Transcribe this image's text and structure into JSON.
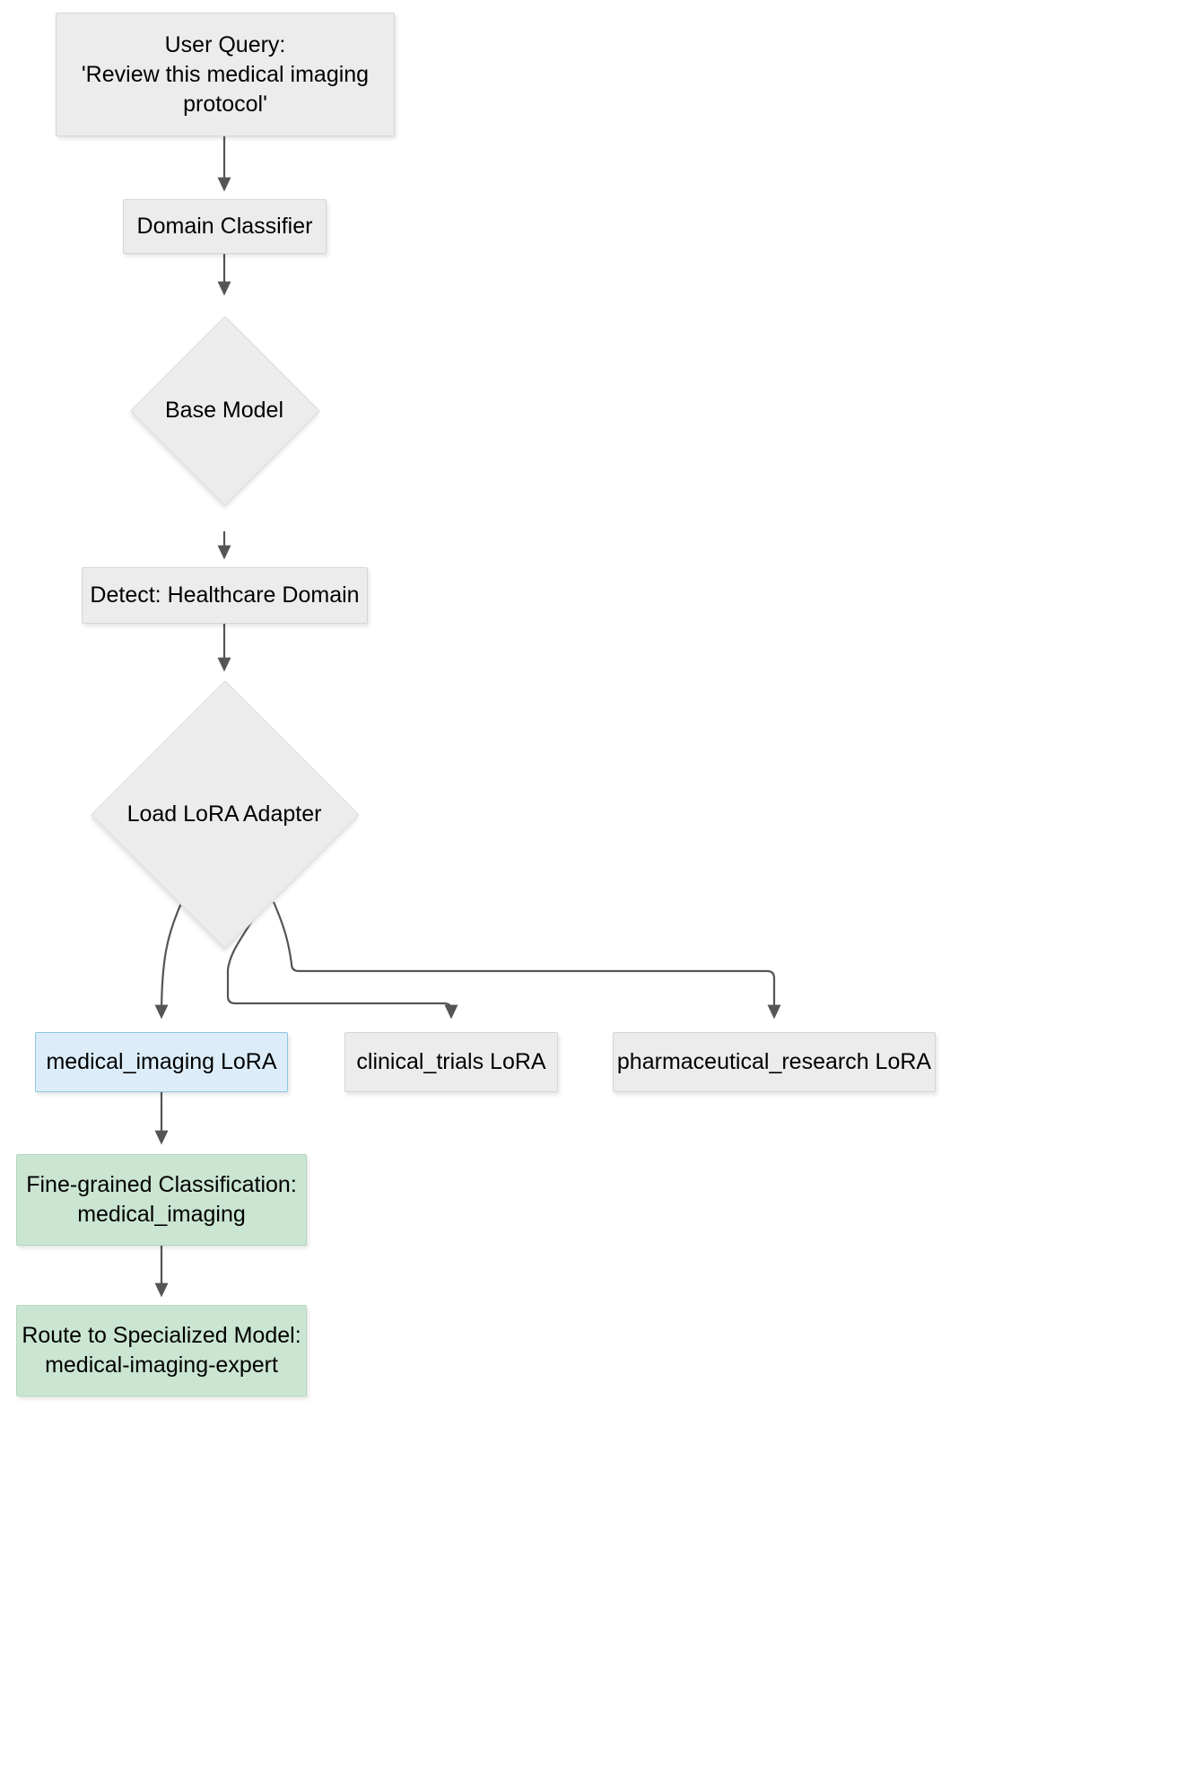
{
  "diagram": {
    "type": "flowchart",
    "direction": "top-down",
    "background": "#ffffff",
    "palette": {
      "node_fill": "#ececec",
      "node_stroke": "#d6d6d6",
      "highlight_fill": "#dcedf9",
      "highlight_stroke": "#8ec6e2",
      "result_fill": "#cbe5d3",
      "result_stroke": "#b3d7be",
      "edge_color": "#4d4d4d",
      "text_color": "#000000"
    },
    "nodes": [
      {
        "id": "user-query",
        "shape": "rect",
        "style": "default",
        "lines": [
          "User Query:",
          "'Review this medical imaging",
          "protocol'"
        ]
      },
      {
        "id": "domain-classifier",
        "shape": "rect",
        "style": "default",
        "lines": [
          "Domain Classifier"
        ]
      },
      {
        "id": "base-model",
        "shape": "diamond",
        "style": "default",
        "lines": [
          "Base Model"
        ]
      },
      {
        "id": "detect-healthcare-domain",
        "shape": "rect",
        "style": "default",
        "lines": [
          "Detect: Healthcare Domain"
        ]
      },
      {
        "id": "load-lora-adapter",
        "shape": "diamond",
        "style": "default",
        "lines": [
          "Load LoRA Adapter"
        ]
      },
      {
        "id": "medical-imaging-lora",
        "shape": "rect",
        "style": "highlight",
        "lines": [
          "medical_imaging LoRA"
        ]
      },
      {
        "id": "clinical-trials-lora",
        "shape": "rect",
        "style": "default",
        "lines": [
          "clinical_trials LoRA"
        ]
      },
      {
        "id": "pharmaceutical-research-lora",
        "shape": "rect",
        "style": "default",
        "lines": [
          "pharmaceutical_research LoRA"
        ]
      },
      {
        "id": "fine-grained-classification",
        "shape": "rect",
        "style": "result",
        "lines": [
          "Fine-grained Classification:",
          "medical_imaging"
        ]
      },
      {
        "id": "route-to-specialized-model",
        "shape": "rect",
        "style": "result",
        "lines": [
          "Route to Specialized Model:",
          "medical-imaging-expert"
        ]
      }
    ],
    "edges": [
      {
        "from": "user-query",
        "to": "domain-classifier",
        "arrow": true
      },
      {
        "from": "domain-classifier",
        "to": "base-model",
        "arrow": true
      },
      {
        "from": "base-model",
        "to": "detect-healthcare-domain",
        "arrow": true
      },
      {
        "from": "detect-healthcare-domain",
        "to": "load-lora-adapter",
        "arrow": true
      },
      {
        "from": "load-lora-adapter",
        "to": "medical-imaging-lora",
        "arrow": true
      },
      {
        "from": "load-lora-adapter",
        "to": "clinical-trials-lora",
        "arrow": true
      },
      {
        "from": "load-lora-adapter",
        "to": "pharmaceutical-research-lora",
        "arrow": true
      },
      {
        "from": "medical-imaging-lora",
        "to": "fine-grained-classification",
        "arrow": true
      },
      {
        "from": "fine-grained-classification",
        "to": "route-to-specialized-model",
        "arrow": true
      }
    ]
  }
}
